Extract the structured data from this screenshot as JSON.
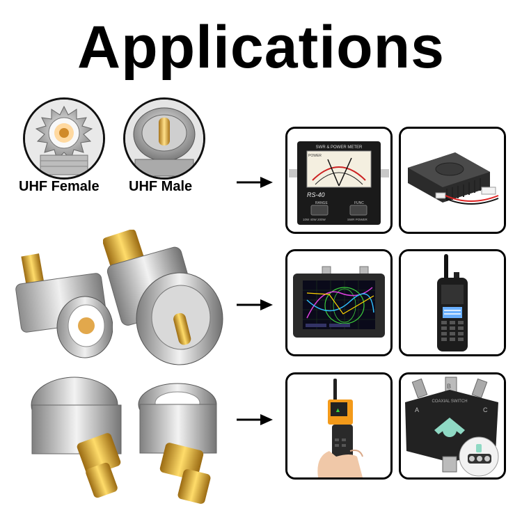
{
  "header": {
    "title": "Applications"
  },
  "connectors": {
    "female_label": "UHF Female",
    "male_label": "UHF Male"
  },
  "devices": {
    "swr_meter_brand": "RS-40",
    "swr_meter_top": "SWR & POWER METER",
    "swr_meter_power": "POWER",
    "swr_meter_range": "RANGE",
    "swr_meter_func": "FUNC",
    "swr_meter_bottom1": "10W 40W 200W",
    "swr_meter_bottom2": "SWR  POWER",
    "coax_switch_text": "COAXIAL SWITCH",
    "coax_a": "A",
    "coax_b": "B",
    "coax_c": "C"
  },
  "colors": {
    "gold": "#d4a63a",
    "silver": "#b8b8b8",
    "frame": "#000000"
  }
}
